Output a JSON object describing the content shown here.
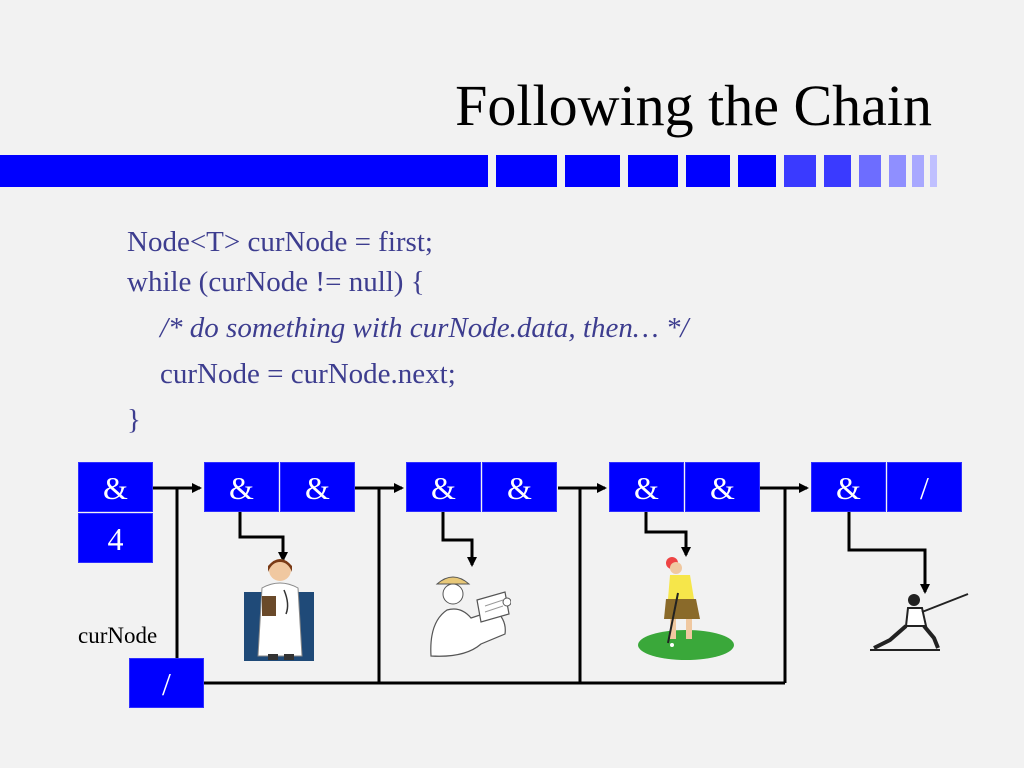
{
  "slide": {
    "title": "Following the Chain",
    "code": [
      "Node<T> curNode = first;",
      "while (curNode != null) {",
      "/* do something with curNode.data, then… */",
      "curNode = curNode.next;",
      "}"
    ]
  },
  "list": {
    "header": {
      "first": "&",
      "size": "4"
    },
    "nodes": [
      {
        "data": "&",
        "next": "&",
        "figure": "doctor"
      },
      {
        "data": "&",
        "next": "&",
        "figure": "engineer"
      },
      {
        "data": "&",
        "next": "&",
        "figure": "golfer"
      },
      {
        "data": "&",
        "next": "/",
        "figure": "fencer"
      }
    ]
  },
  "curnode": {
    "label": "curNode",
    "value": "/"
  },
  "colors": {
    "node_fill": "#0000ff",
    "text": "#ffffff",
    "code": "#3d3d8f",
    "background": "#f2f2f2"
  }
}
